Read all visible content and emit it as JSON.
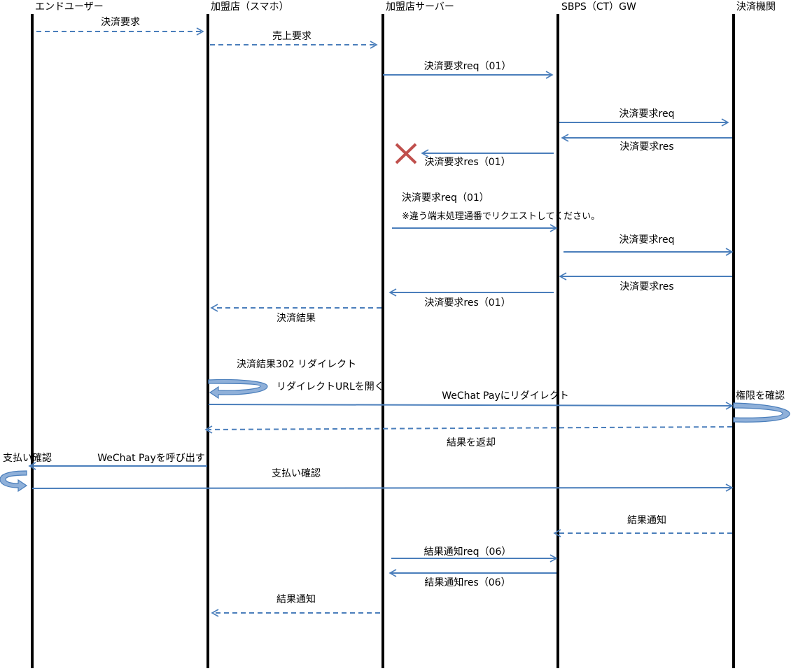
{
  "colors": {
    "arrow": "#4a7ebb",
    "lifeline": "#000000",
    "self_loop_fill": "#8fb0d9",
    "error_mark": "#c0504d"
  },
  "participants": [
    {
      "id": "end_user",
      "label": "エンドユーザー"
    },
    {
      "id": "merchant_phone",
      "label": "加盟店（スマホ）"
    },
    {
      "id": "merchant_server",
      "label": "加盟店サーバー"
    },
    {
      "id": "sbps_gw",
      "label": "SBPS（CT）GW"
    },
    {
      "id": "payment_institution",
      "label": "決済機関"
    }
  ],
  "messages": [
    {
      "from": "end_user",
      "to": "merchant_phone",
      "style": "dashed",
      "label": "決済要求"
    },
    {
      "from": "merchant_phone",
      "to": "merchant_server",
      "style": "dashed",
      "label": "売上要求"
    },
    {
      "from": "merchant_server",
      "to": "sbps_gw",
      "style": "solid",
      "label": "決済要求req（01）"
    },
    {
      "from": "sbps_gw",
      "to": "payment_institution",
      "style": "solid",
      "label": "決済要求req"
    },
    {
      "from": "payment_institution",
      "to": "sbps_gw",
      "style": "solid",
      "label": "決済要求res"
    },
    {
      "from": "sbps_gw",
      "to": "merchant_server",
      "style": "solid",
      "label": "決済要求res（01）",
      "failed": true
    },
    {
      "from": "merchant_server",
      "to": "sbps_gw",
      "style": "solid",
      "label": "決済要求req（01）",
      "note": "※違う端末処理通番でリクエストしてください。"
    },
    {
      "from": "sbps_gw",
      "to": "payment_institution",
      "style": "solid",
      "label": "決済要求req"
    },
    {
      "from": "payment_institution",
      "to": "sbps_gw",
      "style": "solid",
      "label": "決済要求res"
    },
    {
      "from": "sbps_gw",
      "to": "merchant_server",
      "style": "solid",
      "label": "決済要求res（01）"
    },
    {
      "from": "merchant_server",
      "to": "merchant_phone",
      "style": "dashed",
      "label": "決済結果"
    },
    {
      "self": "merchant_phone",
      "label": "決済結果302 リダイレクト"
    },
    {
      "self_note": "merchant_phone",
      "label": "リダイレクトURLを開く"
    },
    {
      "from": "merchant_phone",
      "to": "payment_institution",
      "style": "solid",
      "label": "WeChat Payにリダイレクト"
    },
    {
      "self": "payment_institution",
      "label": "権限を確認"
    },
    {
      "from": "payment_institution",
      "to": "merchant_phone",
      "style": "dashed",
      "label": "結果を返却"
    },
    {
      "from": "merchant_phone",
      "to": "end_user",
      "style": "solid",
      "label": "WeChat Payを呼び出す"
    },
    {
      "self": "end_user",
      "label": "支払い確認"
    },
    {
      "from": "end_user",
      "to": "payment_institution",
      "style": "solid",
      "label": "支払い確認"
    },
    {
      "from": "payment_institution",
      "to": "sbps_gw",
      "style": "dashed",
      "label": "結果通知"
    },
    {
      "from": "merchant_server",
      "to": "sbps_gw",
      "style": "solid",
      "label": "結果通知req（06）"
    },
    {
      "from": "sbps_gw",
      "to": "merchant_server",
      "style": "solid",
      "label": "結果通知res（06）"
    },
    {
      "from": "merchant_server",
      "to": "merchant_phone",
      "style": "dashed",
      "label": "結果通知"
    }
  ]
}
